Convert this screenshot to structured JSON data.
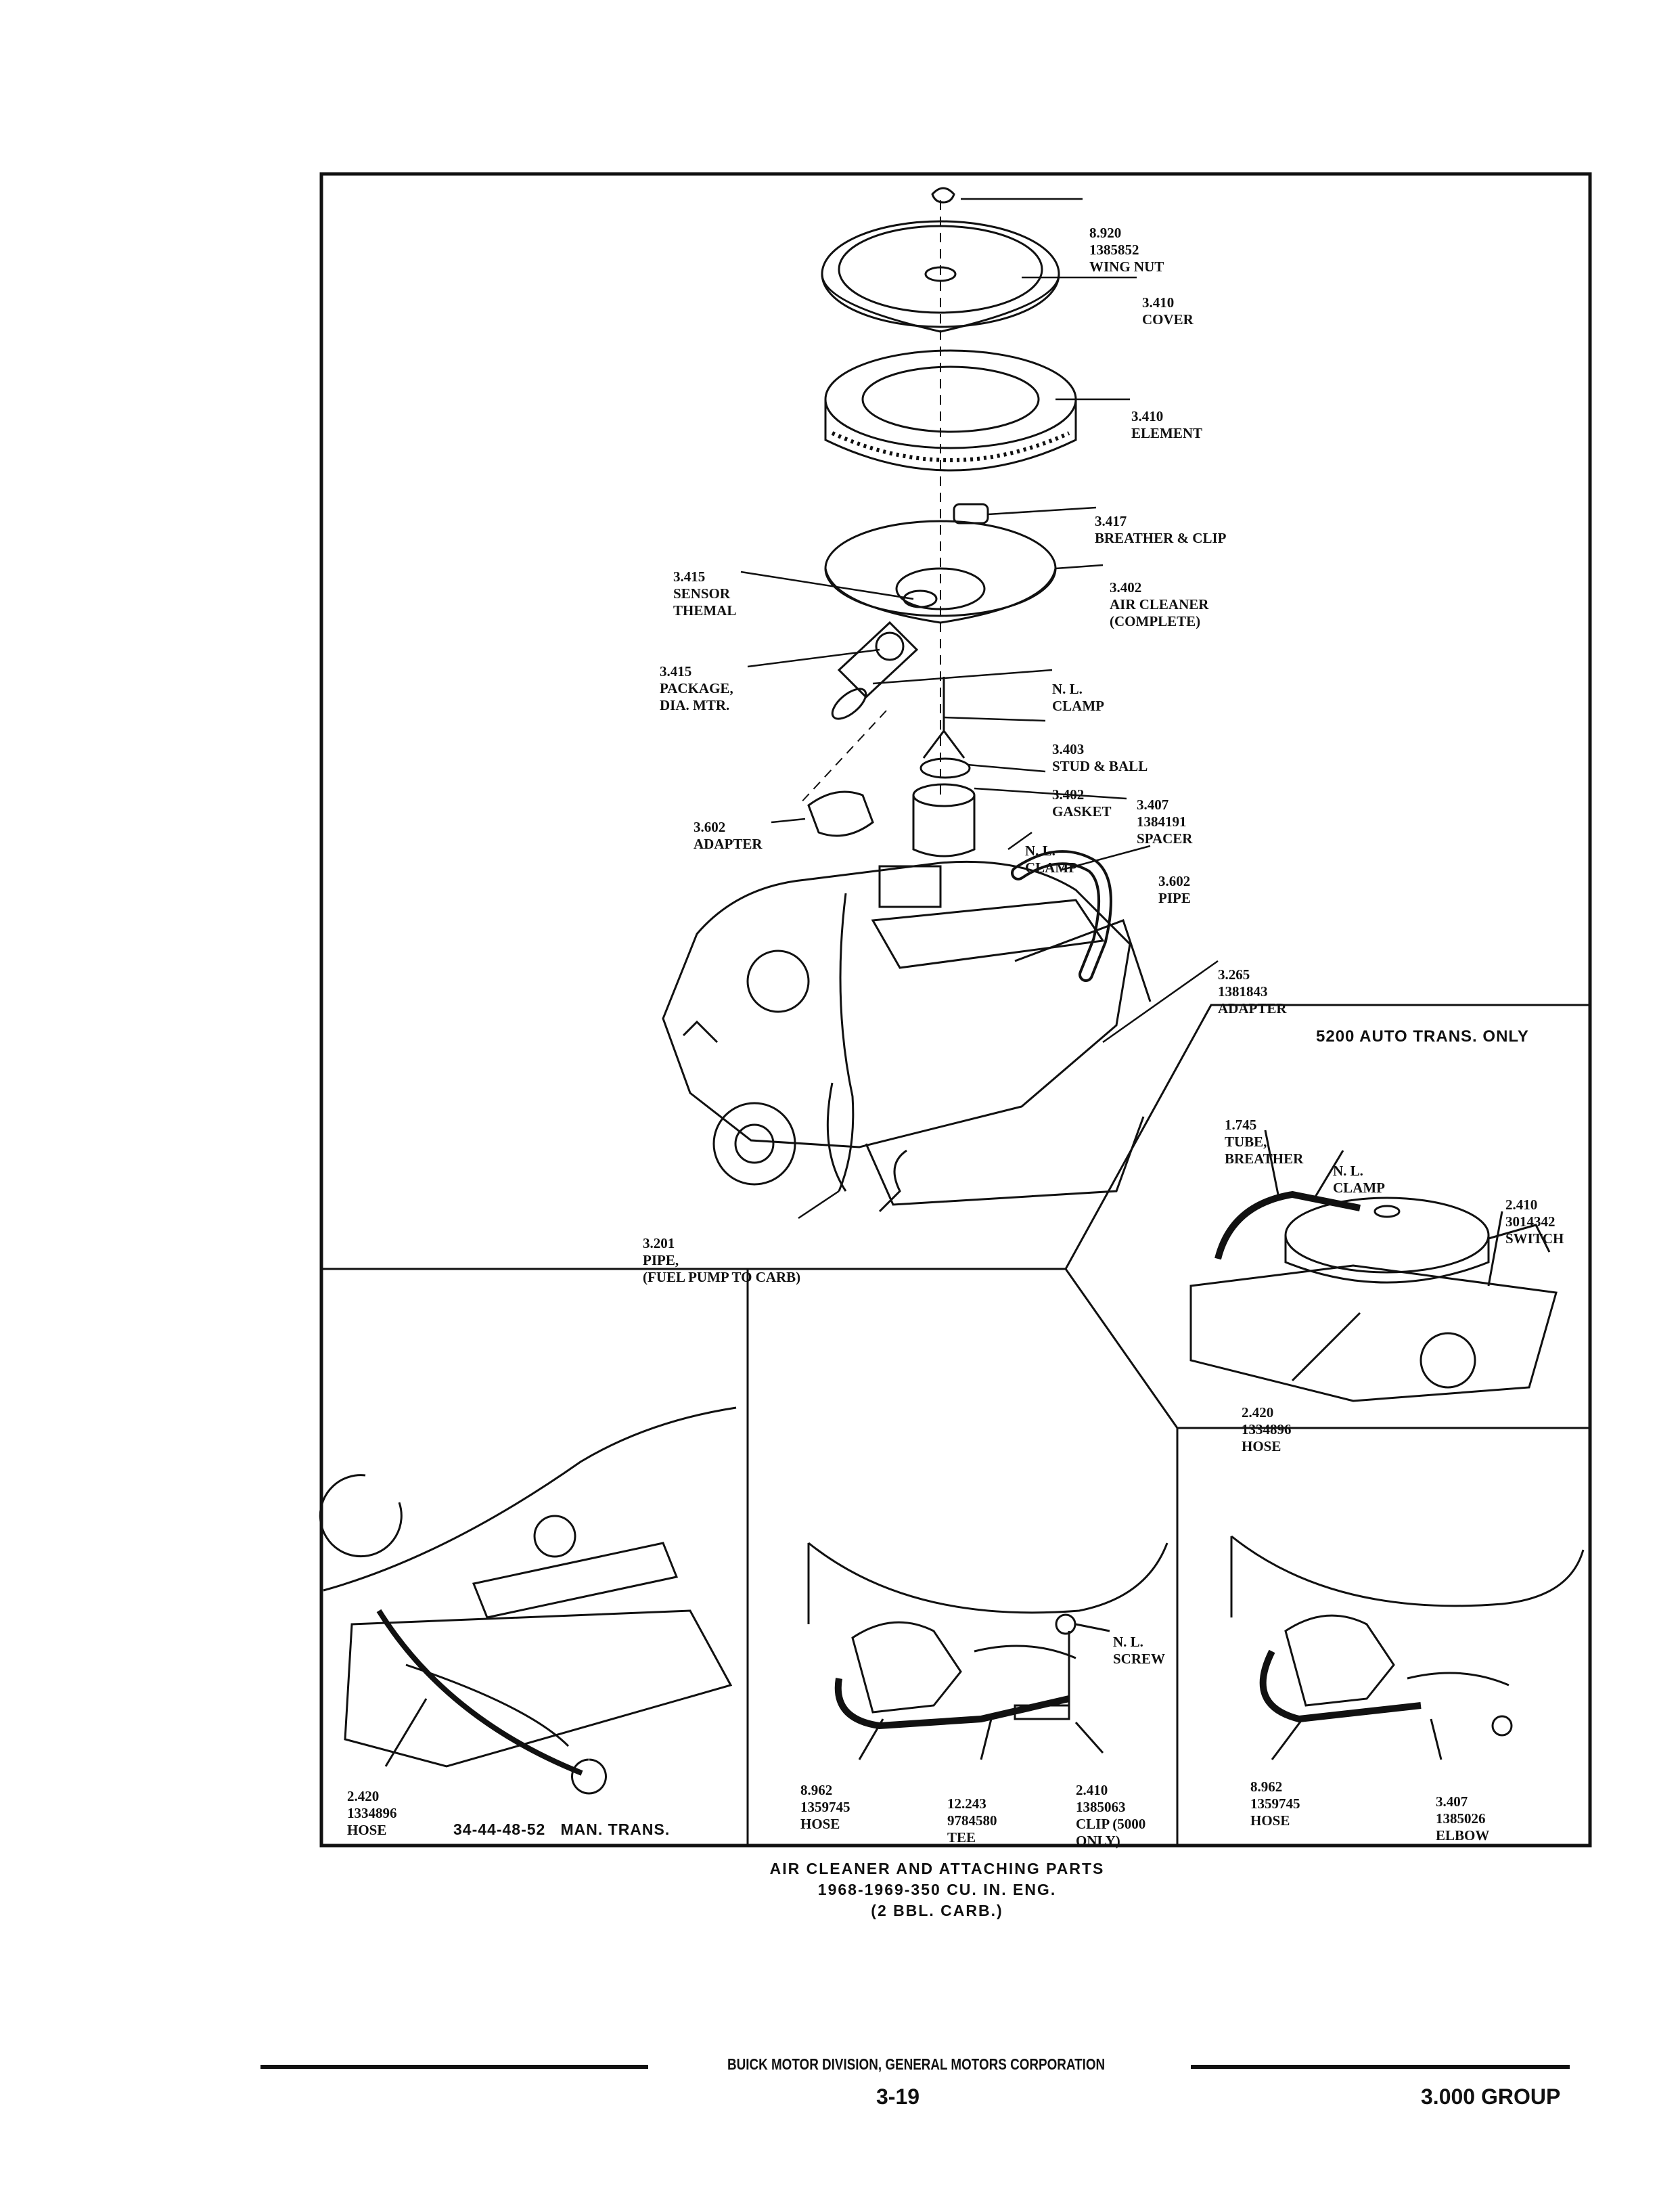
{
  "main": {
    "wing_nut": [
      "8.920",
      "1385852",
      "WING NUT"
    ],
    "cover": [
      "3.410",
      "COVER"
    ],
    "element": [
      "3.410",
      "ELEMENT"
    ],
    "breather_clip": [
      "3.417",
      "BREATHER & CLIP"
    ],
    "sensor": [
      "3.415",
      "SENSOR",
      "THEMAL"
    ],
    "air_cleaner": [
      "3.402",
      "AIR CLEANER",
      "(COMPLETE)"
    ],
    "package": [
      "3.415",
      "PACKAGE,",
      "DIA. MTR."
    ],
    "clamp_upper": [
      "N. L.",
      "CLAMP"
    ],
    "stud_ball": [
      "3.403",
      "STUD & BALL"
    ],
    "gasket": [
      "3.402",
      "GASKET"
    ],
    "spacer": [
      "3.407",
      "1384191",
      "SPACER"
    ],
    "adapter_left": [
      "3.602",
      "ADAPTER"
    ],
    "clamp_lower": [
      "N. L.",
      "CLAMP"
    ],
    "pipe": [
      "3.602",
      "PIPE"
    ],
    "adapter_right": [
      "3.265",
      "1381843",
      "ADAPTER"
    ],
    "fuel_pipe": [
      "3.201",
      "PIPE,",
      "(FUEL PUMP TO CARB)"
    ]
  },
  "auto_panel": {
    "title": "5200 AUTO TRANS. ONLY",
    "tube": [
      "1.745",
      "TUBE,",
      "BREATHER"
    ],
    "clamp": [
      "N. L.",
      "CLAMP"
    ],
    "switch": [
      "2.410",
      "3014342",
      "SWITCH"
    ],
    "hose": [
      "2.420",
      "1334896",
      "HOSE"
    ]
  },
  "man_panel": {
    "hose": [
      "2.420",
      "1334896",
      "HOSE"
    ],
    "caption": "34-44-48-52   MAN. TRANS."
  },
  "mid_panel": {
    "screw": [
      "N. L.",
      "SCREW"
    ],
    "hose": [
      "8.962",
      "1359745",
      "HOSE"
    ],
    "tee": [
      "12.243",
      "9784580",
      "TEE"
    ],
    "clip": [
      "2.410",
      "1385063",
      "CLIP (5000",
      "ONLY)"
    ]
  },
  "right_panel": {
    "hose": [
      "8.962",
      "1359745",
      "HOSE"
    ],
    "elbow": [
      "3.407",
      "1385026",
      "ELBOW"
    ]
  },
  "caption": {
    "line1": "AIR CLEANER AND ATTACHING PARTS",
    "line2": "1968-1969-350 CU. IN. ENG.",
    "line3": "(2 BBL. CARB.)"
  },
  "footer": {
    "division": "BUICK MOTOR DIVISION, GENERAL MOTORS CORPORATION",
    "page": "3-19",
    "group": "3.000 GROUP"
  }
}
